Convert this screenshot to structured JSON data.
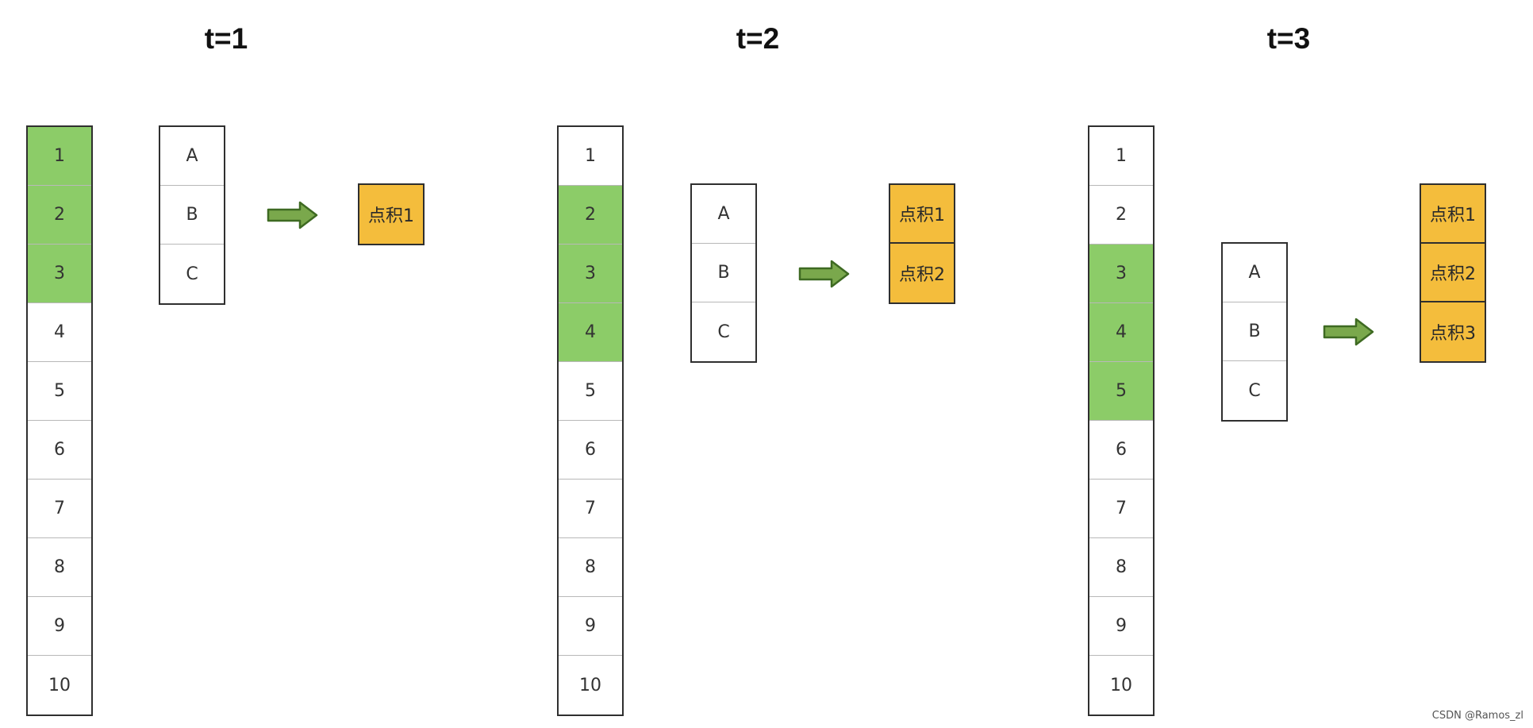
{
  "colors": {
    "active": "#8ccc68",
    "output": "#f4bd3c",
    "arrow": "#7aa84c",
    "border": "#2f2f2f"
  },
  "panels": [
    {
      "title": "t=1",
      "sequence": [
        "1",
        "2",
        "3",
        "4",
        "5",
        "6",
        "7",
        "8",
        "9",
        "10"
      ],
      "active": [
        1,
        2,
        3
      ],
      "kernel": [
        "A",
        "B",
        "C"
      ],
      "outputs": [
        "点积1"
      ]
    },
    {
      "title": "t=2",
      "sequence": [
        "1",
        "2",
        "3",
        "4",
        "5",
        "6",
        "7",
        "8",
        "9",
        "10"
      ],
      "active": [
        2,
        3,
        4
      ],
      "kernel": [
        "A",
        "B",
        "C"
      ],
      "outputs": [
        "点积1",
        "点积2"
      ]
    },
    {
      "title": "t=3",
      "sequence": [
        "1",
        "2",
        "3",
        "4",
        "5",
        "6",
        "7",
        "8",
        "9",
        "10"
      ],
      "active": [
        3,
        4,
        5
      ],
      "kernel": [
        "A",
        "B",
        "C"
      ],
      "outputs": [
        "点积1",
        "点积2",
        "点积3"
      ]
    }
  ],
  "watermark": "CSDN @Ramos_zl"
}
